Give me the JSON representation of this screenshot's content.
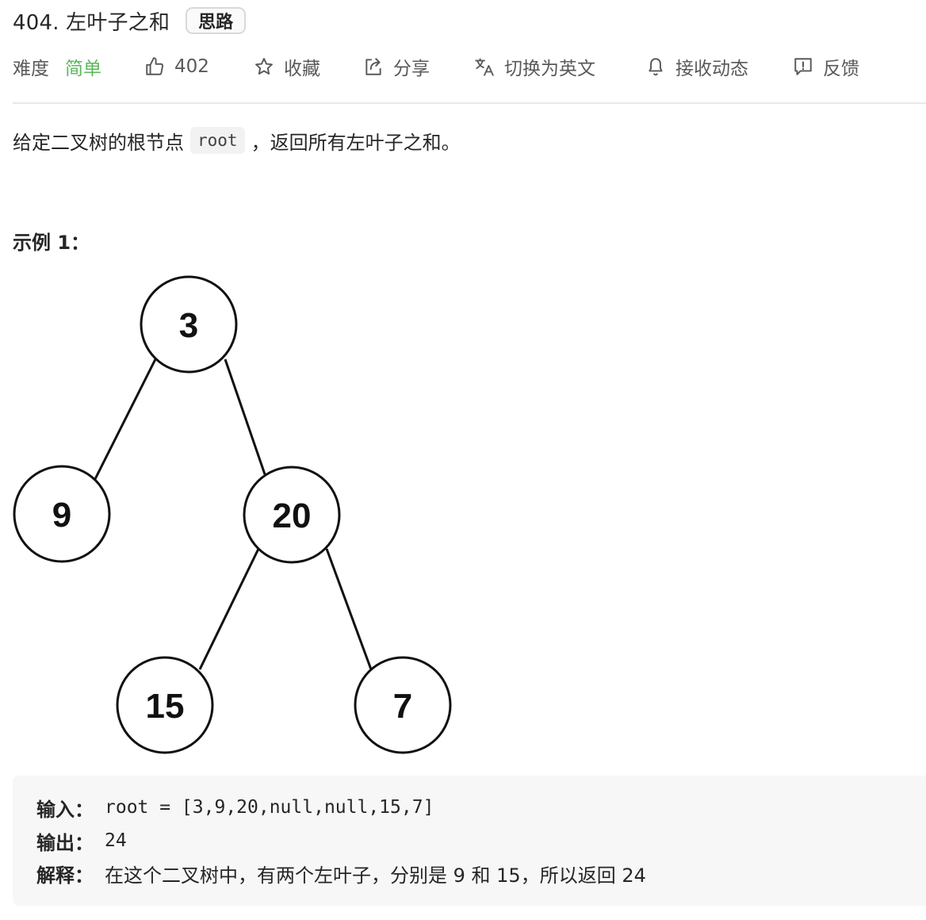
{
  "problem": {
    "title": "404. 左叶子之和",
    "hint_badge": "思路"
  },
  "toolbar": {
    "difficulty_label": "难度",
    "difficulty_value": "简单",
    "likes": "402",
    "favorite": "收藏",
    "share": "分享",
    "translate": "切换为英文",
    "subscribe": "接收动态",
    "feedback": "反馈",
    "difficulty_color": "#5cb85c"
  },
  "description": {
    "before": "给定二叉树的根节点",
    "code": "root",
    "after": "，返回所有左叶子之和。"
  },
  "example": {
    "title": "示例 1：",
    "tree_nodes": [
      "3",
      "9",
      "20",
      "15",
      "7"
    ],
    "input_label": "输入：",
    "input_value": "root = [3,9,20,null,null,15,7]",
    "output_label": "输出：",
    "output_value": "24",
    "explain_label": "解释：",
    "explain_value": "在这个二叉树中，有两个左叶子，分别是 9 和 15，所以返回 24"
  }
}
